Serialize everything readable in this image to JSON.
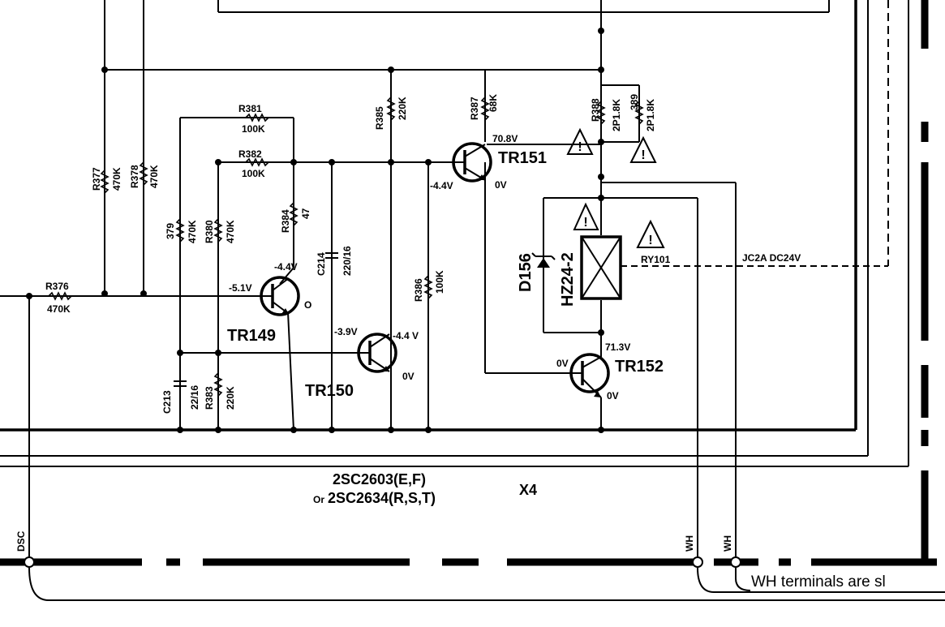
{
  "labels": {
    "r376": "R376",
    "r376v": "470K",
    "r377": "R377",
    "r377v": "470K",
    "r378": "R378",
    "r378v": "470K",
    "r379": "379",
    "r379v": "470K",
    "r380": "R380",
    "r380v": "470K",
    "r381": "R381",
    "r381v": "100K",
    "r382": "R382",
    "r382v": "100K",
    "r383": "R383",
    "r383v": "220K",
    "r384": "R384",
    "r384v": "47",
    "r385": "R385",
    "r385v": "220K",
    "r386": "R386",
    "r386v": "100K",
    "r387": "R387",
    "r387v": "68K",
    "r388": "R388",
    "r388v": "2P1.8K",
    "r389": "389",
    "r389v": "2P1.8K",
    "c213": "C213",
    "c213v": "22/16",
    "c214": "C214",
    "c214v": "220/16",
    "tr149": "TR149",
    "tr150": "TR150",
    "tr151": "TR151",
    "tr152": "TR152",
    "d156": "D156",
    "hz": "HZ24-2",
    "ry101": "RY101",
    "jc": "JC2A DC24V",
    "v_m44a": "-4.4V",
    "v_m51": "-5.1V",
    "v_0a": "O",
    "v_m39": "-3.9V",
    "v_m44b": "-4.4 V",
    "v_0b": "0V",
    "v_708": "70.8V",
    "v_m44c": "-4.4V",
    "v_0c": "0V",
    "v_713": "71.3V",
    "v_0d": "0V",
    "v_0e": "0V",
    "part1": "2SC2603(E,F)",
    "part2_prefix": "Or",
    "part2": "2SC2634(R,S,T)",
    "mult": "X4",
    "dsc": "DSC",
    "wh1": "WH",
    "wh2": "WH",
    "note": "WH terminals are sl",
    "warn": "!"
  }
}
